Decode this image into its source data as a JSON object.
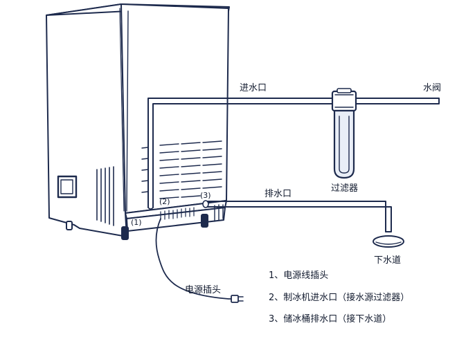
{
  "labels": {
    "inlet": "进水口",
    "valve": "水阀",
    "filter": "过滤器",
    "drain_outlet": "排水口",
    "floor_drain": "下水道",
    "power_plug": "电源插头"
  },
  "port_numbers": {
    "p1": "(1)",
    "p2": "(2)",
    "p3": "(3)"
  },
  "legend": [
    "1、电源线插头",
    "2、制冰机进水口（接水源过滤器）",
    "3、储冰桶排水口（接下水道）"
  ],
  "colors": {
    "line": "#1d2a4d",
    "fill": "#ffffff",
    "shade": "#e9eef7"
  }
}
